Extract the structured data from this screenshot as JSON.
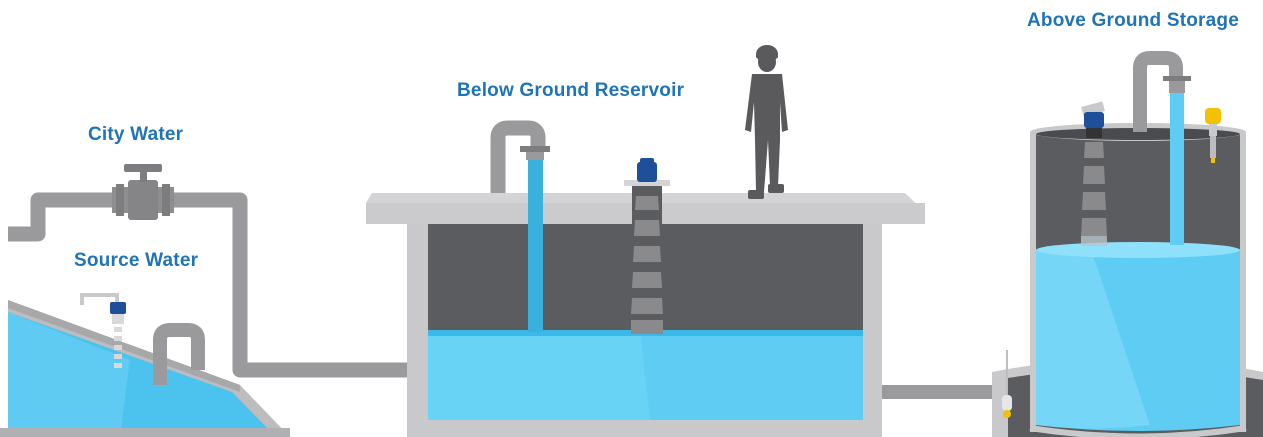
{
  "labels": {
    "city_water": "City Water",
    "source_water": "Source Water",
    "below_ground_reservoir": "Below Ground Reservoir",
    "above_ground_storage": "Above Ground Storage"
  },
  "colors": {
    "label_text": "#1f74b8",
    "pipe": "#9a9a9c",
    "pipe_dark": "#7d7d80",
    "concrete": "#c9c9cb",
    "concrete_light": "#dcdcde",
    "tank_interior": "#5b5c5f",
    "water": "#5fcdf3",
    "water_dark": "#2ab3e6",
    "water_stream": "#3ab0dc",
    "sensor_blue": "#1e4f9a",
    "sensor_yellow": "#f2c200",
    "person": "#5a5a5c"
  },
  "icons": {
    "valve": "gate-valve-icon",
    "radar_sensor": "radar-level-sensor-icon",
    "float_switch": "float-switch-icon",
    "worker": "worker-silhouette-icon"
  }
}
